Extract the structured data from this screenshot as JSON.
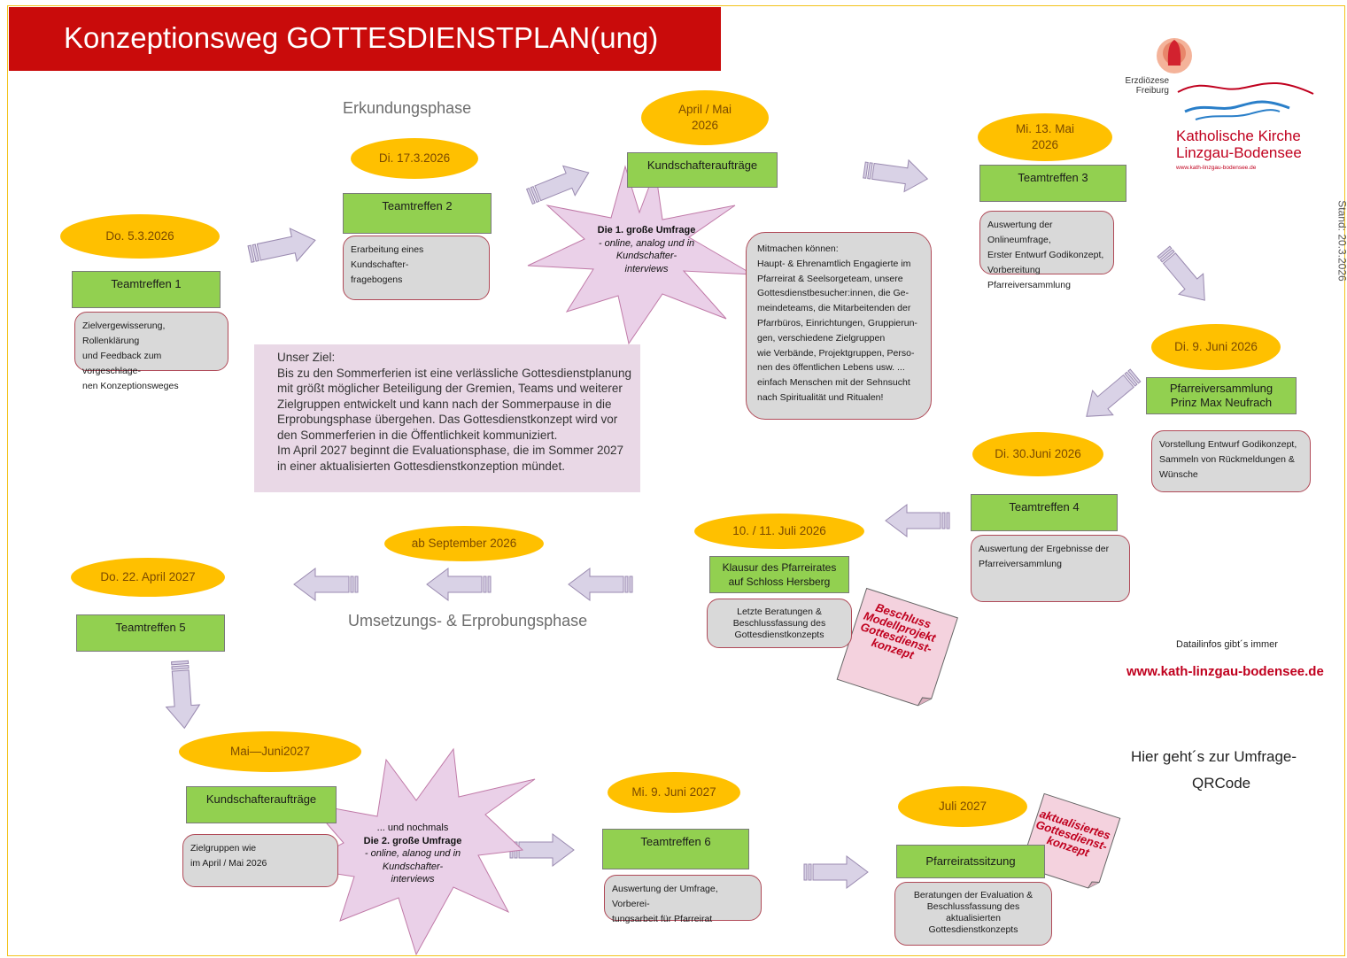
{
  "title": "Konzeptionsweg GOTTESDIENSTPLAN(ung)",
  "stand": "Stand: 20.3.2026",
  "logo": {
    "diocese": "Erzdiözese Freiburg",
    "line1": "Katholische Kirche",
    "line2": "Linzgau-Bodensee",
    "url": "www.kath-linzgau-bodensee.de"
  },
  "phases": {
    "erkundung": "Erkundungsphase",
    "umsetzung": "Umsetzungs- & Erprobungsphase"
  },
  "goal": {
    "heading": "Unser Ziel:",
    "lines": [
      "Bis zu den Sommerferien ist eine verlässliche Gottesdienstplanung",
      "mit größt möglicher Beteiligung der Gremien, Teams und weiterer",
      "Zielgruppen entwickelt und kann nach der Sommerpause in die",
      "Erprobungsphase übergehen. Das Gottesdienstkonzept wird vor",
      "den Sommerferien in die Öffentlichkeit kommuniziert.",
      "Im April 2027 beginnt die Evaluationsphase, die im Sommer 2027",
      "in einer aktualisierten Gottesdienstkonzeption mündet."
    ]
  },
  "steps": {
    "t1": {
      "date": "Do. 5.3.2026",
      "title": "Teamtreffen 1",
      "lines": [
        "Zielvergewisserung, Rollenklärung",
        "und Feedback  zum vorgeschlage-",
        "nen Konzeptionsweges"
      ]
    },
    "t2": {
      "date": "Di. 17.3.2026",
      "title": "Teamtreffen 2",
      "lines": [
        "Erarbeitung eines Kundschafter-",
        "fragebogens"
      ]
    },
    "k1": {
      "date_line1": "April / Mai",
      "date_line2": "2026",
      "title": "Kundschafteraufträge"
    },
    "star1": {
      "line1": "Die 1. große Umfrage",
      "line2": "- online, analog und in",
      "line3": "Kundschafter-",
      "line4": "interviews"
    },
    "mitmachen": {
      "lines": [
        "Mitmachen können:",
        "Haupt- & Ehrenamtlich Engagierte im",
        "Pfarreirat & Seelsorgeteam, unsere",
        "Gottesdienstbesucher:innen, die Ge-",
        "meindeteams, die Mitarbeitenden der",
        "Pfarrbüros, Einrichtungen, Gruppierun-",
        "gen, verschiedene Zielgruppen",
        "wie Verbände, Projektgruppen,  Perso-",
        "nen des öffentlichen Lebens usw. ...",
        "einfach Menschen mit der Sehnsucht",
        "nach Spiritualität und Ritualen!"
      ]
    },
    "t3": {
      "date_line1": "Mi. 13. Mai",
      "date_line2": "2026",
      "title": "Teamtreffen 3",
      "lines": [
        "Auswertung der Onlineumfrage,",
        "Erster Entwurf Godikonzept,",
        "Vorbereitung Pfarreiversammlung"
      ]
    },
    "pv": {
      "date": "Di. 9. Juni 2026",
      "title_line1": "Pfarreiversammlung",
      "title_line2": "Prinz Max Neufrach",
      "lines": [
        "Vorstellung Entwurf Godikonzept,",
        "Sammeln von Rückmeldungen &",
        "Wünsche"
      ]
    },
    "t4": {
      "date": "Di. 30.Juni 2026",
      "title": "Teamtreffen 4",
      "lines": [
        "Auswertung der Ergebnisse der",
        "Pfarreiversammlung"
      ]
    },
    "klausur": {
      "date": "10. / 11. Juli 2026",
      "title_line1": "Klausur des Pfarreirates",
      "title_line2": "auf Schloss Hersberg",
      "lines": [
        "Letzte Beratungen &",
        "Beschlussfassung des",
        "Gottesdienstkonzepts"
      ]
    },
    "note1": {
      "lines": [
        "Beschluss",
        "Modellprojekt",
        "Gottesdienst-",
        "konzept"
      ]
    },
    "sept": {
      "date": "ab September 2026"
    },
    "t5": {
      "date": "Do.  22. April 2027",
      "title": "Teamtreffen 5"
    },
    "k2": {
      "date": "Mai—Juni2027",
      "title": "Kundschafteraufträge",
      "lines": [
        "Zielgruppen wie",
        "im April / Mai 2026"
      ]
    },
    "star2": {
      "line1": "... und nochmals",
      "line2": "Die  2. große Umfrage",
      "line3": "- online, alanog und in",
      "line4": "Kundschafter-",
      "line5": "interviews"
    },
    "t6": {
      "date": "Mi. 9. Juni 2027",
      "title": "Teamtreffen 6",
      "lines": [
        "Auswertung der Umfrage, Vorberei-",
        "tungsarbeit für Pfarreirat"
      ]
    },
    "prs": {
      "date": "Juli 2027",
      "title": "Pfarreiratssitzung",
      "lines": [
        "Beratungen der Evaluation &",
        "Beschlussfassung des",
        "aktualisierten",
        "Gottesdienstkonzepts"
      ]
    },
    "note2": {
      "lines": [
        "aktualisiertes",
        "Gottesdienst-",
        "konzept"
      ]
    }
  },
  "info": {
    "detail": "Datailinfos gibt´s immer",
    "url": "www.kath-linzgau-bodensee.de",
    "survey_line1": "Hier geht´s zur Umfrage-",
    "survey_line2": "QRCode"
  },
  "colors": {
    "title_bar": "#c90b0b",
    "oval": "#ffc000",
    "green_box": "#92d050",
    "gray_box": "#d9d9d9",
    "goal_box": "#e9d8e6",
    "star": "#ead0e8",
    "accent_red": "#c0001e",
    "arrow": "#d9d2e6"
  }
}
